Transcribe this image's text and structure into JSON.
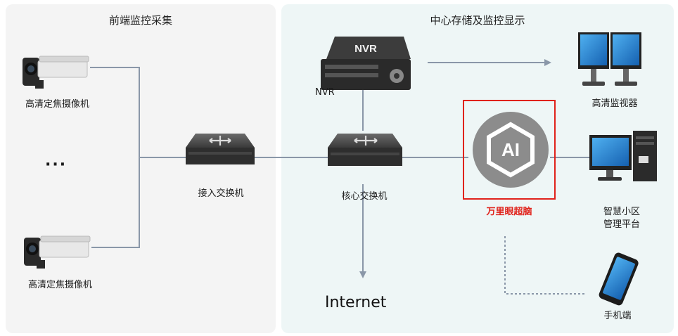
{
  "sections": {
    "front": "前端监控采集",
    "center": "中心存储及监控显示"
  },
  "devices": {
    "camera_top": "高清定焦摄像机",
    "camera_bottom": "高清定焦摄像机",
    "ellipsis": "···",
    "access_switch": "接入交换机",
    "core_switch": "核心交换机",
    "nvr_label": "NVR",
    "nvr_badge": "NVR",
    "monitor": "高清监视器",
    "ai_brain": "万里眼超脑",
    "ai_badge": "AI",
    "platform_line1": "智慧小区",
    "platform_line2": "管理平台",
    "mobile": "手机端",
    "internet": "Internet"
  },
  "colors": {
    "line": "#8a97a8",
    "highlight": "#e0221b",
    "ai_gray": "#8c8c8c",
    "screen_blue": "#1e7fd2"
  }
}
